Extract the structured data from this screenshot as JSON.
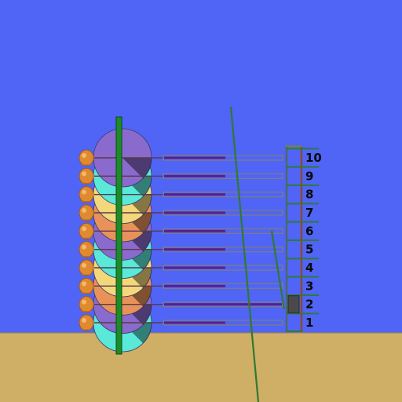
{
  "colors": {
    "sky": "#5064f6",
    "ground": "#cfae66",
    "pole": "#1c8c28",
    "rod_outer": "#7a7a8a",
    "rod_inner": "#5a1f8a",
    "ladder_frame": "#4b6a6a",
    "ladder_rung": "#2f7a3a",
    "ladder_post": "#8a4a2a",
    "slider": "#4a4a4a",
    "diagonal_line": "#2f7a2f",
    "disc_colors": [
      "#5ae8d8",
      "#8a6acc",
      "#e8925a",
      "#f2d87a"
    ]
  },
  "levels": [
    {
      "label": "1"
    },
    {
      "label": "2"
    },
    {
      "label": "3"
    },
    {
      "label": "4"
    },
    {
      "label": "5"
    },
    {
      "label": "6"
    },
    {
      "label": "7"
    },
    {
      "label": "8"
    },
    {
      "label": "9"
    },
    {
      "label": "10"
    }
  ],
  "selected_level": 2,
  "icons": {
    "disc": "pie-disc-icon",
    "knob": "orange-knob-icon",
    "slider": "level-slider-icon"
  }
}
